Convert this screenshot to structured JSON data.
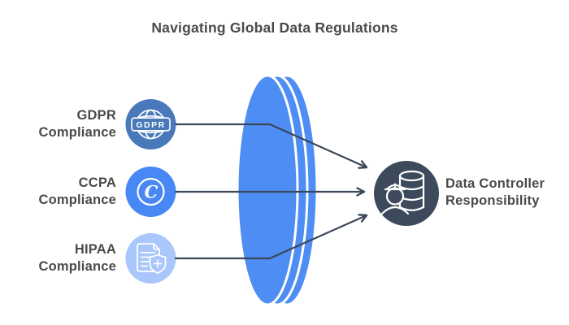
{
  "title": "Navigating Global Data Regulations",
  "colors": {
    "background": "#FFFFFF",
    "text": "#4A4A4A",
    "arrow": "#3A4759",
    "lens_fill": "#4E8DF3",
    "lens_outline": "#FFFFFF",
    "icon_stroke": "#FFFFFF"
  },
  "sources": [
    {
      "id": "gdpr",
      "line1": "GDPR",
      "line2": "Compliance",
      "icon": "gdpr-globe-icon",
      "icon_text": "GDPR",
      "color": "#4A79BB"
    },
    {
      "id": "ccpa",
      "line1": "CCPA",
      "line2": "Compliance",
      "icon": "copyright-c-icon",
      "icon_text": "C",
      "color": "#4788F4"
    },
    {
      "id": "hipaa",
      "line1": "HIPAA",
      "line2": "Compliance",
      "icon": "document-shield-plus-icon",
      "color": "#A9C7FA"
    }
  ],
  "target": {
    "line1": "Data Controller",
    "line2": "Responsibility",
    "icon": "person-database-icon",
    "color": "#3C4A5C"
  }
}
